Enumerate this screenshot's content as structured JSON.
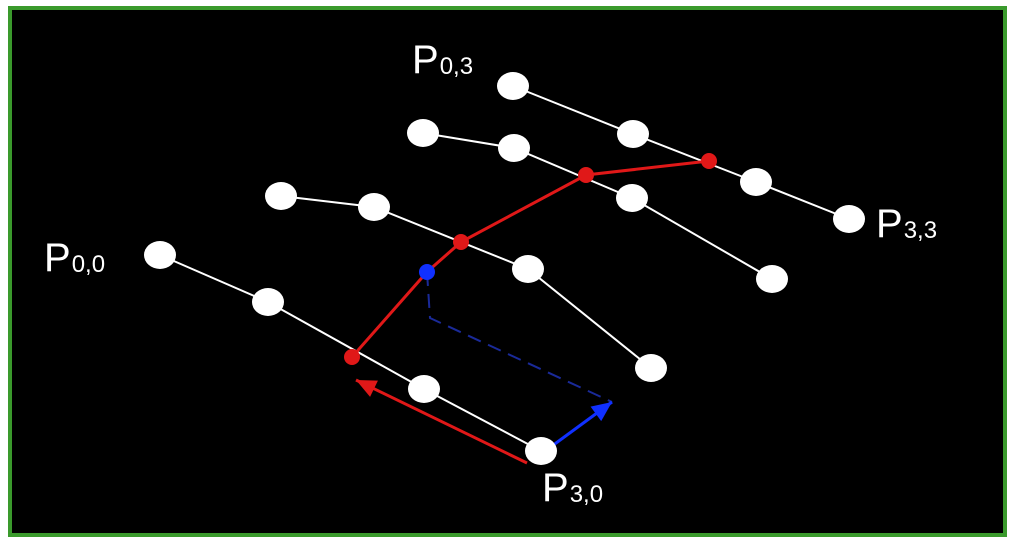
{
  "colors": {
    "background": "#000000",
    "frame_border": "#3a9a2c",
    "control_points": "#ffffff",
    "control_polygon": "#ffffff",
    "curve_points": "#e01818",
    "curve_polyline": "#e01818",
    "u_direction_arrow": "#e01818",
    "v_direction_arrow": "#1030ff",
    "evaluated_point": "#1030ff",
    "v_path_dashed": "#1a2a99"
  },
  "labels": {
    "p00": {
      "base": "P",
      "sub": "0,0"
    },
    "p03": {
      "base": "P",
      "sub": "0,3"
    },
    "p30": {
      "base": "P",
      "sub": "3,0"
    },
    "p33": {
      "base": "P",
      "sub": "3,3"
    }
  },
  "grid": {
    "rows": 4,
    "cols": 4,
    "icons": {
      "control_point": "white-dot-icon",
      "curve_point": "red-dot-icon",
      "evaluated_point": "blue-dot-icon",
      "u_arrow": "red-arrow-icon",
      "v_arrow": "blue-arrow-icon"
    }
  }
}
